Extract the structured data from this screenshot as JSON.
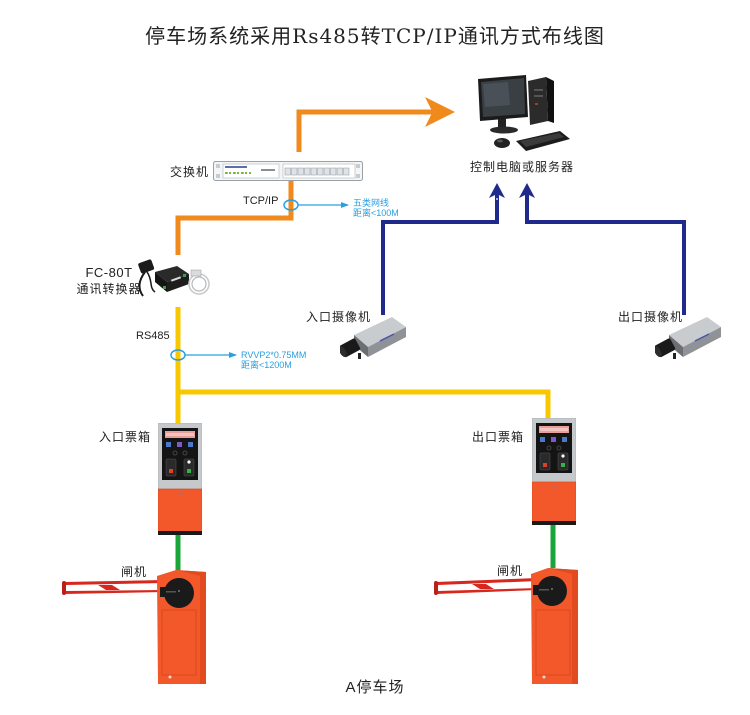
{
  "title": "停车场系统采用Rs485转TCP/IP通讯方式布线图",
  "colors": {
    "ethernet": "#f08a1c",
    "rs485": "#f7c800",
    "camera_video": "#1f2a8c",
    "gate_cable": "#1aa53a",
    "annotation": "#2a9fe0",
    "device_orange": "#f2582a"
  },
  "nodes": {
    "computer": {
      "label": "控制电脑或服务器",
      "icon": "desktop-computer-icon"
    },
    "switch": {
      "label": "交换机",
      "icon": "network-switch-icon"
    },
    "converter": {
      "model": "FC-80T",
      "label": "通讯转换器",
      "icon": "serial-converter-icon"
    },
    "entry_camera": {
      "label": "入口摄像机",
      "icon": "cctv-camera-icon"
    },
    "exit_camera": {
      "label": "出口摄像机",
      "icon": "cctv-camera-icon"
    },
    "entry_ticket_box": {
      "label": "入口票箱",
      "icon": "ticket-box-icon"
    },
    "exit_ticket_box": {
      "label": "出口票箱",
      "icon": "ticket-box-icon"
    },
    "entry_barrier": {
      "label": "闸机",
      "icon": "barrier-gate-icon"
    },
    "exit_barrier": {
      "label": "闸机",
      "icon": "barrier-gate-icon"
    }
  },
  "links": {
    "tcpip": {
      "label": "TCP/IP",
      "note_line1": "五类网线",
      "note_line2": "距离<100M"
    },
    "rs485": {
      "label": "RS485",
      "note_line1": "RVVP2*0.75MM",
      "note_line2": "距离<1200M"
    }
  },
  "footer": "A停车场"
}
